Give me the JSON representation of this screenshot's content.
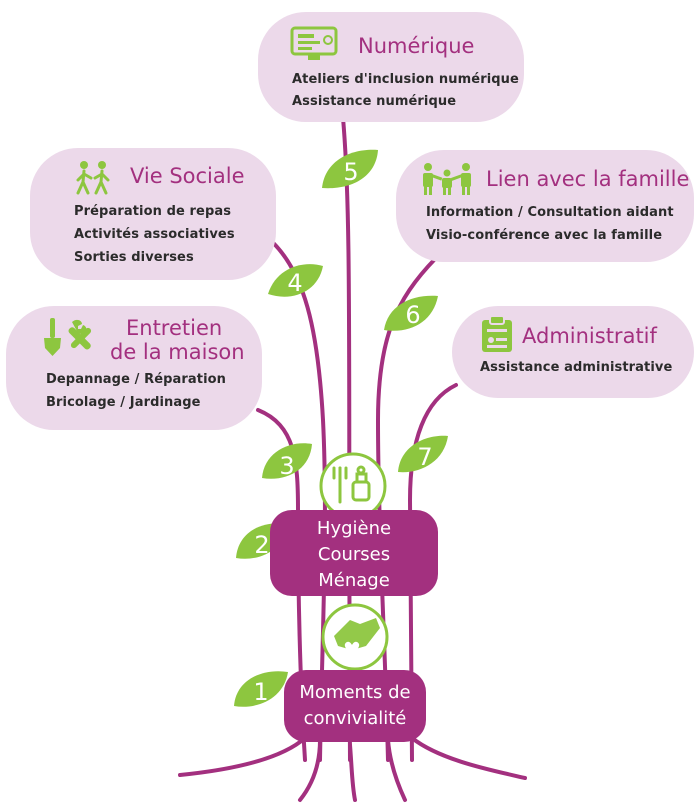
{
  "nodes": [
    {
      "id": "numerique",
      "number": "5",
      "title": "Numérique",
      "icon": "monitor-icon",
      "items": [
        "Ateliers d'inclusion numérique",
        "Assistance numérique"
      ]
    },
    {
      "id": "vie-sociale",
      "number": "4",
      "title": "Vie Sociale",
      "icon": "walking-people-icon",
      "items": [
        "Préparation de repas",
        "Activités associatives",
        "Sorties diverses"
      ]
    },
    {
      "id": "famille",
      "number": "6",
      "title": "Lien avec la famille",
      "icon": "family-icon",
      "items": [
        "Information / Consultation aidant",
        "Visio-conférence avec la famille"
      ]
    },
    {
      "id": "entretien",
      "number": "3",
      "title_lines": [
        "Entretien",
        "de la maison"
      ],
      "icon": "tools-icon",
      "items": [
        "Depannage / Réparation",
        "Bricolage / Jardinage"
      ]
    },
    {
      "id": "administratif",
      "number": "7",
      "title": "Administratif",
      "icon": "clipboard-icon",
      "items": [
        "Assistance administrative"
      ]
    }
  ],
  "trunk": [
    {
      "id": "hygiene",
      "number": "2",
      "lines": [
        "Hygiène",
        "Courses",
        "Ménage"
      ],
      "icon": "cleaning-icon"
    },
    {
      "id": "convivialite",
      "number": "1",
      "lines": [
        "Moments de",
        "convivialité"
      ],
      "icon": "handshake-heart-icon"
    }
  ],
  "colors": {
    "accent": "#a3307f",
    "bubble": "#ecd9ea",
    "leaf": "#8dc63f",
    "icon": "#8dc63f"
  }
}
